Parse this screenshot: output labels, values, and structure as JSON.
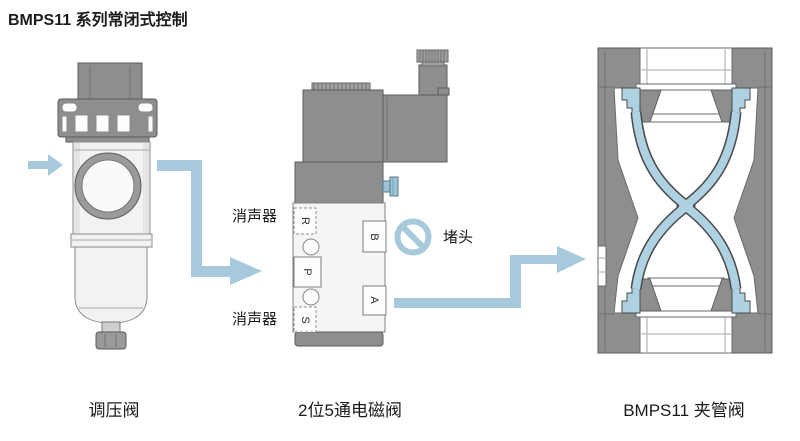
{
  "title": "BMPS11 系列常闭式控制",
  "annotations": {
    "muffler_top": "消声器",
    "muffler_bottom": "消声器",
    "plug": "堵头"
  },
  "components": {
    "regulator": {
      "caption": "调压阀"
    },
    "solenoid": {
      "caption": "2位5通电磁阀",
      "port_r": "R",
      "port_p": "P",
      "port_s": "S",
      "port_b": "B",
      "port_a": "A"
    },
    "pinch_valve": {
      "caption": "BMPS11 夹管阀"
    }
  },
  "colors": {
    "arrow": "#a6cadb",
    "sleeve": "#aed2e2",
    "component_gray": "#8e8e8e"
  }
}
